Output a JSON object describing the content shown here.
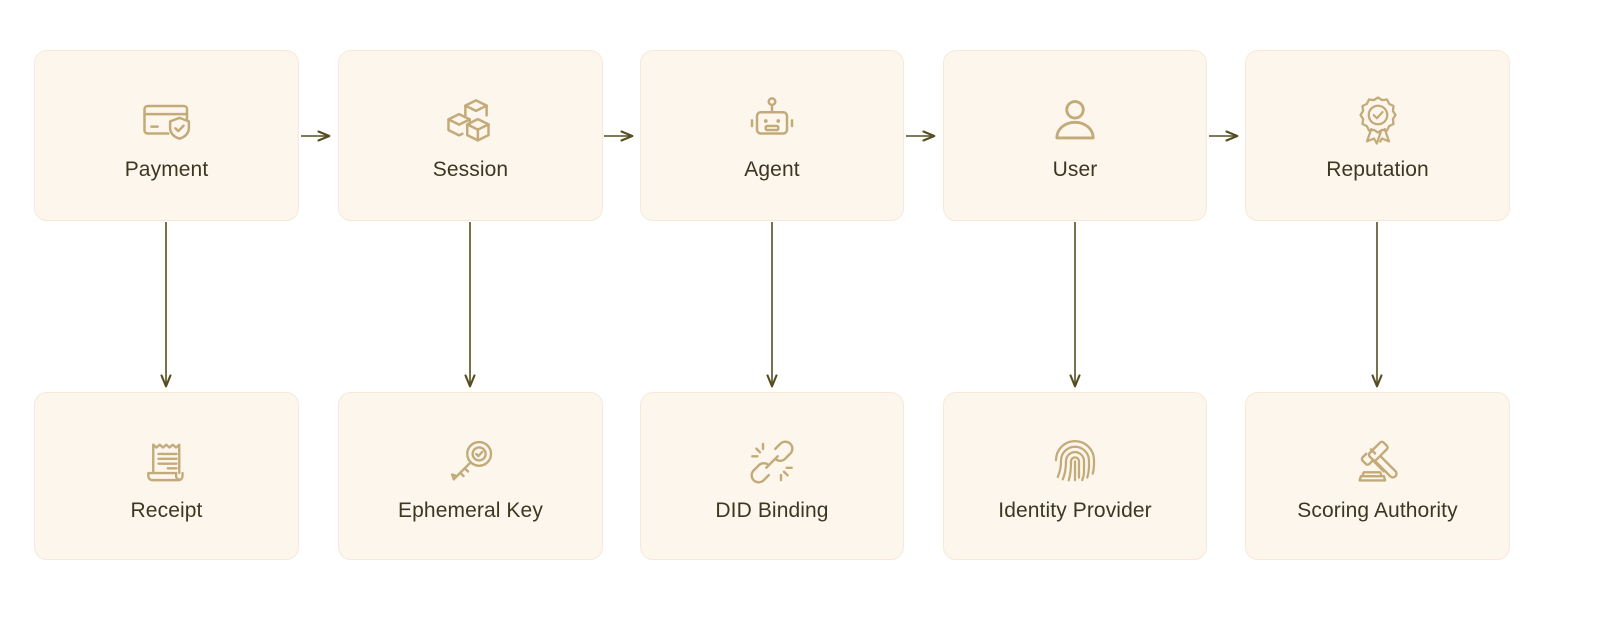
{
  "diagram": {
    "type": "flow-diagram",
    "background_color": "#ffffff",
    "node_fill_color": "#fdf6ed",
    "node_border_color": "#f6e9d8",
    "label_color": "#3e3621",
    "icon_color": "#c2ab78",
    "edge_color": "#574d22",
    "top_row": [
      {
        "id": "payment",
        "label": "Payment",
        "icon": "credit-card-shield-icon"
      },
      {
        "id": "session",
        "label": "Session",
        "icon": "boxes-icon"
      },
      {
        "id": "agent",
        "label": "Agent",
        "icon": "robot-icon"
      },
      {
        "id": "user",
        "label": "User",
        "icon": "user-icon"
      },
      {
        "id": "reputation",
        "label": "Reputation",
        "icon": "award-ribbon-check-icon"
      }
    ],
    "bottom_row": [
      {
        "id": "receipt",
        "label": "Receipt",
        "icon": "receipt-icon"
      },
      {
        "id": "ephemeral-key",
        "label": "Ephemeral Key",
        "icon": "key-check-icon"
      },
      {
        "id": "did-binding",
        "label": "DID Binding",
        "icon": "chain-link-icon"
      },
      {
        "id": "identity-provider",
        "label": "Identity Provider",
        "icon": "fingerprint-icon"
      },
      {
        "id": "scoring-authority",
        "label": "Scoring Authority",
        "icon": "gavel-icon"
      }
    ],
    "horizontal_edges": [
      {
        "from": "payment",
        "to": "session",
        "style": "arrow"
      },
      {
        "from": "session",
        "to": "agent",
        "style": "arrow"
      },
      {
        "from": "agent",
        "to": "user",
        "style": "arrow"
      },
      {
        "from": "user",
        "to": "reputation",
        "style": "arrow"
      }
    ],
    "vertical_edges": [
      {
        "from": "payment",
        "to": "receipt",
        "style": "arrow"
      },
      {
        "from": "session",
        "to": "ephemeral-key",
        "style": "arrow"
      },
      {
        "from": "agent",
        "to": "did-binding",
        "style": "arrow"
      },
      {
        "from": "user",
        "to": "identity-provider",
        "style": "arrow"
      },
      {
        "from": "reputation",
        "to": "scoring-authority",
        "style": "arrow"
      }
    ]
  }
}
